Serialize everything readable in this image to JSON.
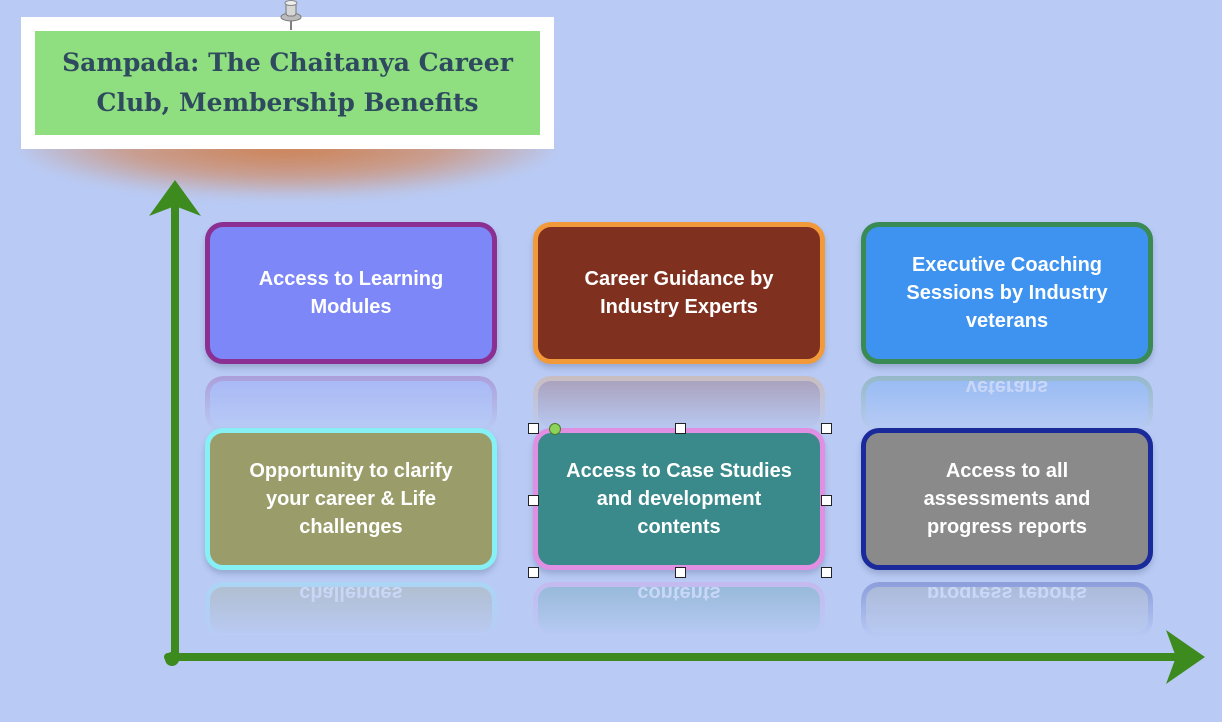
{
  "title": "Sampada: The Chaitanya Career Club, Membership Benefits",
  "boxes": [
    {
      "label": "Access to Learning Modules",
      "fill": "#7d87f7",
      "border": "#8b2f93"
    },
    {
      "label": "Career Guidance by Industry Experts",
      "fill": "#80301f",
      "border": "#f29a3a"
    },
    {
      "label": "Executive Coaching Sessions by Industry veterans",
      "fill": "#3f93f0",
      "border": "#3a8a55"
    },
    {
      "label": "Opportunity to clarify your career & Life challenges",
      "fill": "#9a9d6a",
      "border": "#86f0f4"
    },
    {
      "label": "Access to Case Studies and development contents",
      "fill": "#3a8a8b",
      "border": "#e08fe3"
    },
    {
      "label": "Access to all assessments and progress reports",
      "fill": "#8a8a8a",
      "border": "#1a2a9a"
    }
  ],
  "colors": {
    "background": "#b9cbf5",
    "axis": "#3d8a1f",
    "title_fill": "#8fde7f"
  }
}
